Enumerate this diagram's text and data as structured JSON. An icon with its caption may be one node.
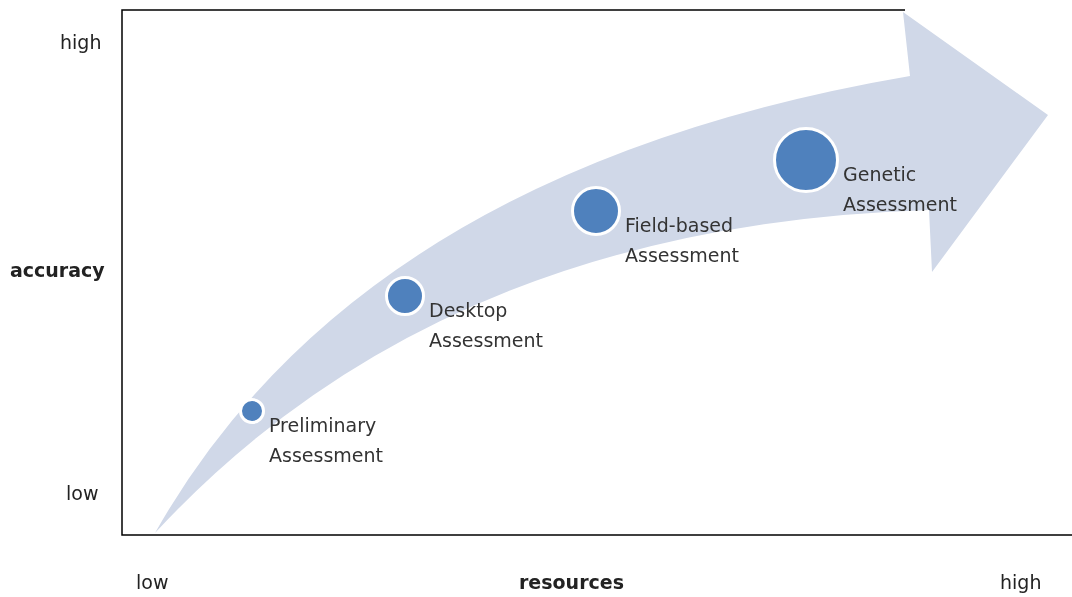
{
  "diagram": {
    "nodes": [
      {
        "text": [
          "Preliminary Assessment"
        ]
      },
      {
        "text": [
          "Desktop Assessment"
        ]
      },
      {
        "text": [
          "Field-based Assessment"
        ]
      },
      {
        "text": [
          "Genetic Assessment"
        ]
      }
    ],
    "labels": [
      "high",
      "accuracy",
      "low",
      "low",
      "resources",
      "high"
    ]
  }
}
